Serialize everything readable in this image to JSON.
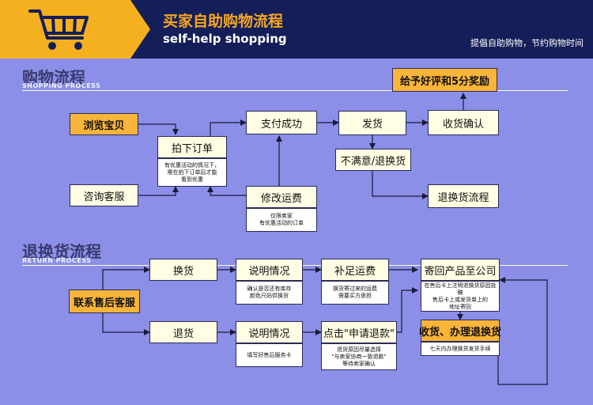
{
  "header": {
    "title_cn": "买家自助购物流程",
    "title_en": "self-help shopping",
    "slogan": "提倡自助购物，节约购物时间"
  },
  "shopping": {
    "title_cn": "购物流程",
    "title_en": "SHOPPING PROCESS",
    "browse": "浏览宝贝",
    "consult": "咨询客服",
    "order": "拍下订单",
    "order_note": [
      "有优惠活动的情况下，",
      "需在拍下订单后才能",
      "看到优惠"
    ],
    "pay": "支付成功",
    "modify": "修改运费",
    "modify_note": [
      "仅限卖家",
      "有优惠活动的订单"
    ],
    "ship": "发货",
    "receive": "收货确认",
    "review": "给予好评和5分奖励",
    "unsatisfied": "不满意/退换货",
    "exchange_flow": "退换货流程"
  },
  "returns": {
    "title_cn": "退换货流程",
    "title_en": "RETURN PROCESS",
    "contact": "联系售后客服",
    "exchange": "换货",
    "refund": "退货",
    "explain1": "说明情况",
    "explain1_note": [
      "确认是否还有库存",
      "颜色尺码供换货"
    ],
    "explain2": "说明情况",
    "explain2_note": [
      "填写好售后服务卡"
    ],
    "pay_freight": "补足运费",
    "pay_freight_note": [
      "换货寄过来的运费",
      "需要买方承担"
    ],
    "apply_refund": "点击\"申请退款\"",
    "apply_refund_note": [
      "退货原因尽量选择",
      "\"与卖家协商一致退款\"",
      "等待卖家确认"
    ],
    "send_back": "寄回产品至公司",
    "send_back_note": [
      "在售后卡上注明退换货原因投稿",
      "售后卡上或发货单上的",
      "地址寄回"
    ],
    "receive_process": "收货、办理退换货",
    "receive_note": [
      "七天内办理换货发货手续"
    ]
  }
}
